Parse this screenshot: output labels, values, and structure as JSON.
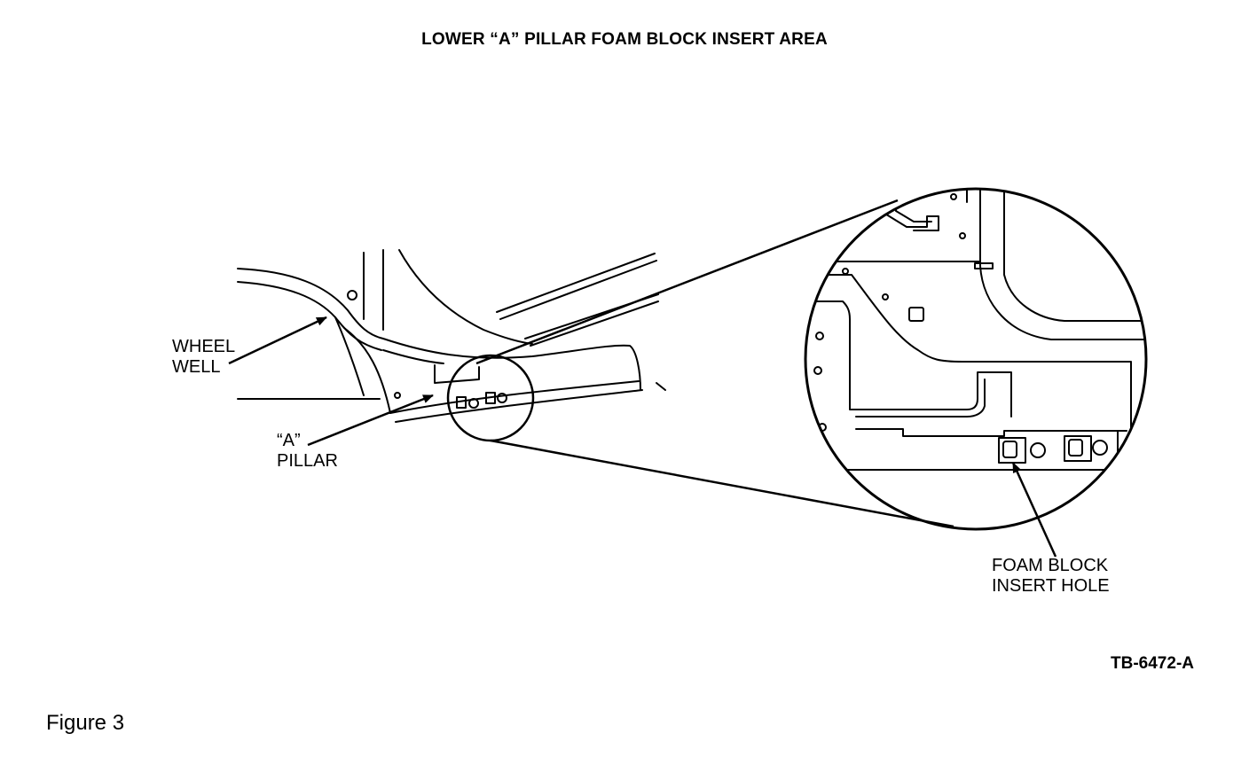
{
  "title": "LOWER “A” PILLAR FOAM BLOCK INSERT AREA",
  "labels": {
    "wheel_well_line1": "WHEEL",
    "wheel_well_line2": "WELL",
    "a_pillar_line1": "“A”",
    "a_pillar_line2": "PILLAR",
    "foam_block_line1": "FOAM BLOCK",
    "foam_block_line2": "INSERT HOLE"
  },
  "reference_code": "TB-6472-A",
  "figure_caption": "Figure 3"
}
